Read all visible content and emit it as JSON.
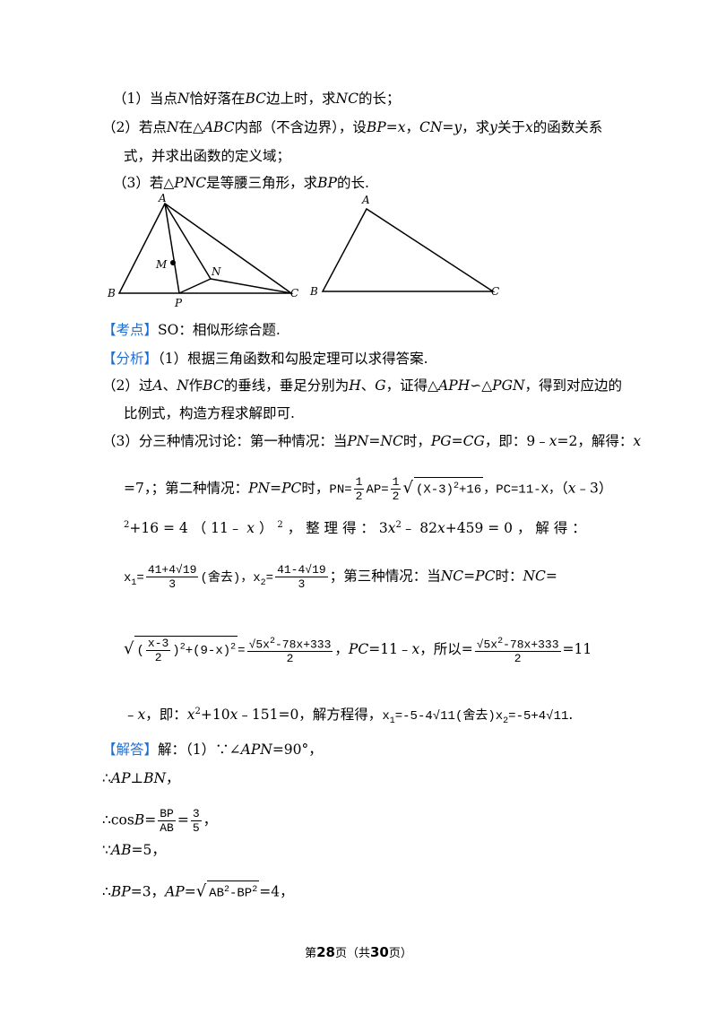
{
  "q1": "（1）当点N恰好落在BC边上时，求NC的长；",
  "q2a": "（2）若点N在△ABC内部（不含边界），设BP=x，CN=y，求y关于x的函数关系",
  "q2b": "式，并求出函数的定义域；",
  "q3": "（3）若△PNC是等腰三角形，求BP的长.",
  "figure1_labels": {
    "A": "A",
    "B": "B",
    "C": "C",
    "M": "M",
    "N": "N",
    "P": "P"
  },
  "figure2_labels": {
    "A": "A",
    "B": "B",
    "C": "C"
  },
  "kaodian": {
    "tag": "【考点】",
    "text": "SO：相似形综合题."
  },
  "fenxi": {
    "tag": "【分析】",
    "text": "（1）根据三角函数和勾股定理可以求得答案."
  },
  "fenxi2a": "（2）过A、N作BC的垂线，垂足分别为H、G，证得△APH∽△PGN，得到对应边的",
  "fenxi2b": "比例式，构造方程求解即可.",
  "fenxi3a": "（3）分三种情况讨论：第一种情况：当PN=NC时，PG=CG，即：9﹣x=2，解得：x",
  "jieda": {
    "tag": "【解答】",
    "text": "解：（1）∵∠APN=90°，"
  },
  "sol1": "∴AP⊥BN，",
  "sol3": "∵AB=5，",
  "page": {
    "prefix": "第",
    "current": "28",
    "middle": "页（共",
    "total": "30",
    "suffix": "页）"
  }
}
